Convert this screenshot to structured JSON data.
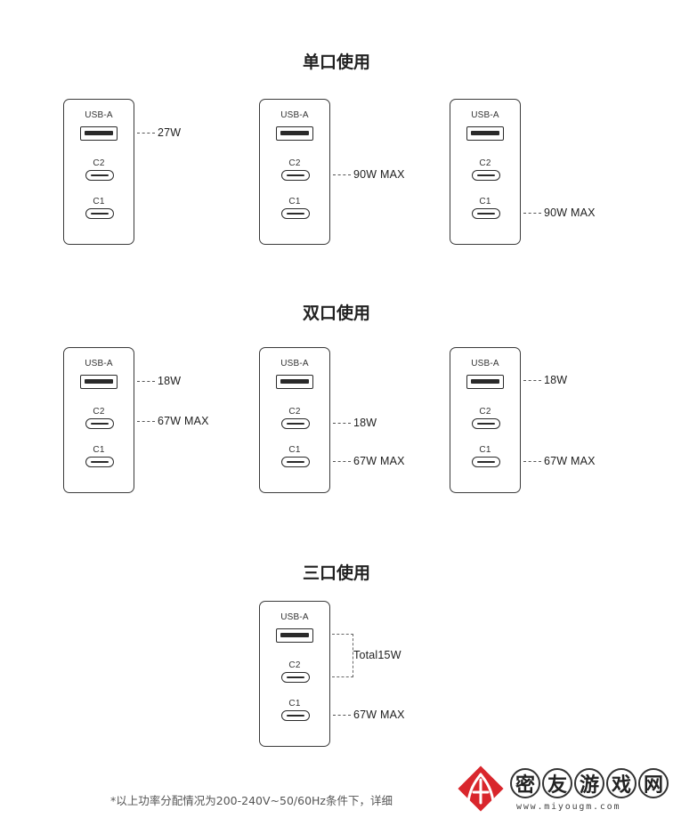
{
  "sections": [
    {
      "title": "单口使用",
      "chargers": [
        {
          "ports": {
            "usba": "USB-A",
            "c2": "C2",
            "c1": "C1"
          },
          "leads": [
            {
              "port": "usba",
              "text": "27W"
            }
          ]
        },
        {
          "ports": {
            "usba": "USB-A",
            "c2": "C2",
            "c1": "C1"
          },
          "leads": [
            {
              "port": "c2",
              "text": "90W MAX"
            }
          ]
        },
        {
          "ports": {
            "usba": "USB-A",
            "c2": "C2",
            "c1": "C1"
          },
          "leads": [
            {
              "port": "c1",
              "text": "90W MAX"
            }
          ]
        }
      ]
    },
    {
      "title": "双口使用",
      "chargers": [
        {
          "ports": {
            "usba": "USB-A",
            "c2": "C2",
            "c1": "C1"
          },
          "leads": [
            {
              "port": "usba",
              "text": "18W"
            },
            {
              "port": "c2",
              "text": "67W MAX"
            }
          ]
        },
        {
          "ports": {
            "usba": "USB-A",
            "c2": "C2",
            "c1": "C1"
          },
          "leads": [
            {
              "port": "c2",
              "text": "18W"
            },
            {
              "port": "c1",
              "text": "67W MAX"
            }
          ]
        },
        {
          "ports": {
            "usba": "USB-A",
            "c2": "C2",
            "c1": "C1"
          },
          "leads": [
            {
              "port": "usba",
              "text": "18W"
            },
            {
              "port": "c1",
              "text": "67W MAX"
            }
          ]
        }
      ]
    },
    {
      "title": "三口使用",
      "chargers": [
        {
          "ports": {
            "usba": "USB-A",
            "c2": "C2",
            "c1": "C1"
          },
          "leads": [
            {
              "port": "usba+c2",
              "text": "Total15W"
            },
            {
              "port": "c1",
              "text": "67W MAX"
            }
          ]
        }
      ]
    }
  ],
  "footnote": "*以上功率分配情况为200-240V~50/60Hz条件下，详细",
  "watermark": {
    "chars": [
      "密",
      "友",
      "游",
      "戏",
      "网"
    ],
    "url": "www.miyougm.com",
    "logo_color": "#d9262c"
  }
}
